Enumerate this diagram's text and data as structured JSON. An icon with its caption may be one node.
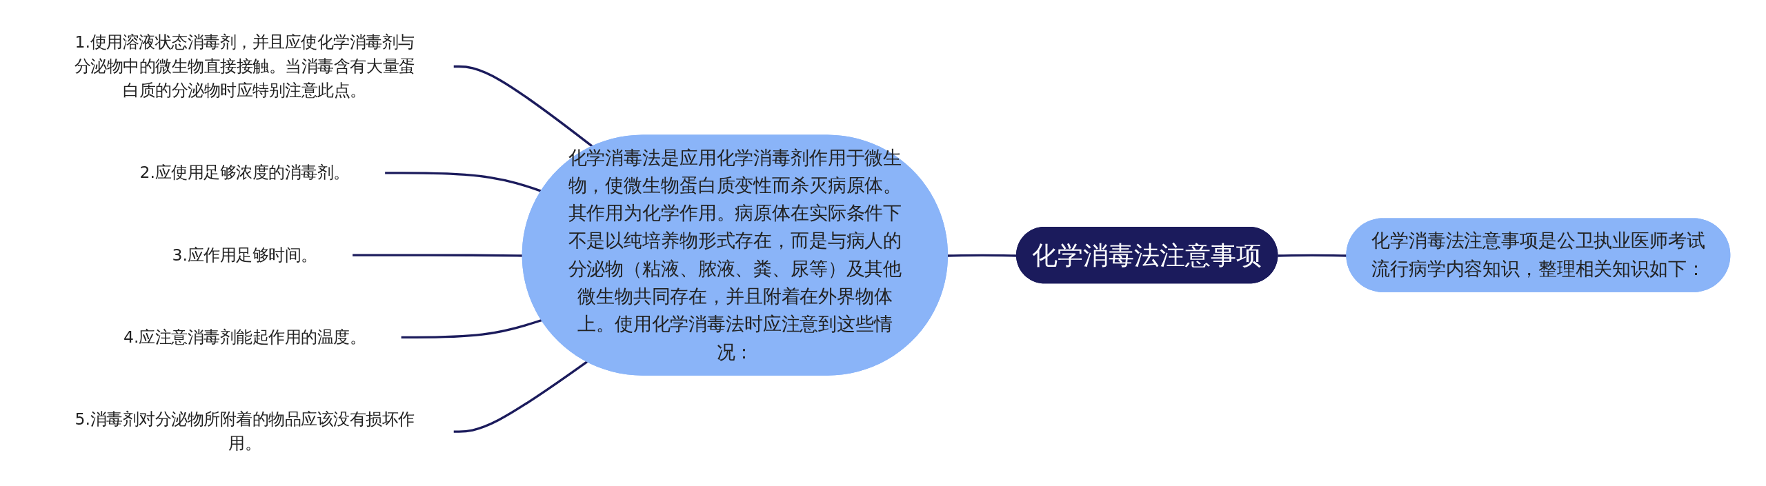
{
  "diagram": {
    "nodes": [
      {
        "text": [
          "化学消毒法注意事项"
        ]
      },
      {
        "text": [
          "化学消毒法注意事项是公卫执业医师考试流行病学内容知识，整理相关知识如下："
        ]
      },
      {
        "text": [
          "化学消毒法是应用化学消毒剂作用于微生物，使微生物蛋白质变性而杀灭病原体。其作用为化学作用。病原体在实际条件下不是以纯培养物形式存在，而是与病人的分泌物（粘液、脓液、粪、尿等）及其他微生物共同存在，并且附着在外界物体上。使用化学消毒法时应注意到这些情况："
        ]
      },
      {
        "text": [
          "1.使用溶液状态消毒剂，并且应使化学消毒剂与分泌物中的微生物直接接触。当消毒含有大量蛋白质的分泌物时应特别注意此点。"
        ]
      },
      {
        "text": [
          "2.应使用足够浓度的消毒剂。"
        ]
      },
      {
        "text": [
          "3.应作用足够时间。"
        ]
      },
      {
        "text": [
          "4.应注意消毒剂能起作用的温度。"
        ]
      },
      {
        "text": [
          "5.消毒剂对分泌物所附着的物品应该没有损坏作用。"
        ]
      }
    ],
    "edges": [
      {
        "from": 1,
        "to": 0,
        "arrow": "none"
      },
      {
        "from": 0,
        "to": 2,
        "arrow": "none"
      },
      {
        "from": 2,
        "to": 3,
        "arrow": "none"
      },
      {
        "from": 2,
        "to": 4,
        "arrow": "none"
      },
      {
        "from": 2,
        "to": 5,
        "arrow": "none"
      },
      {
        "from": 2,
        "to": 6,
        "arrow": "none"
      },
      {
        "from": 2,
        "to": 7,
        "arrow": "none"
      }
    ]
  }
}
